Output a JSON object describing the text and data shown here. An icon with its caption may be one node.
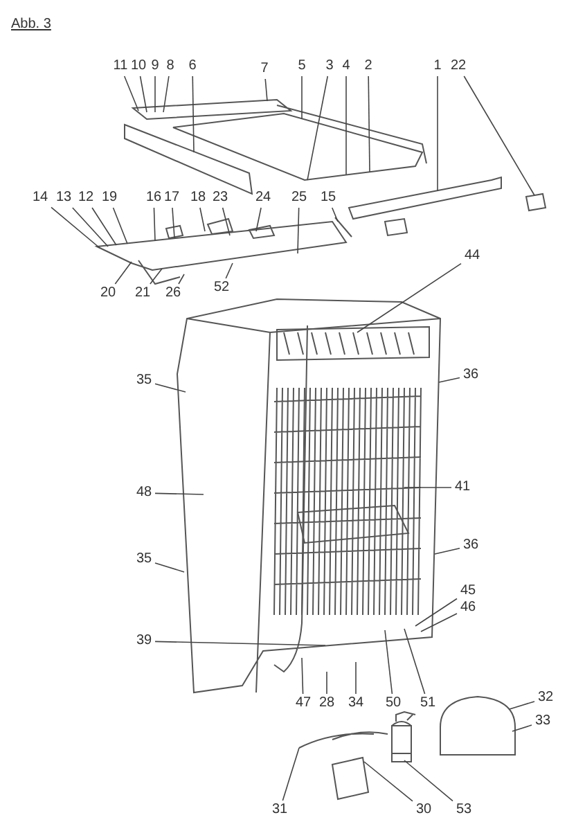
{
  "diagram": {
    "title": "Abb. 3",
    "nodes": [
      {
        "text": [
          "11"
        ]
      },
      {
        "text": [
          "10"
        ]
      },
      {
        "text": [
          "9"
        ]
      },
      {
        "text": [
          "8"
        ]
      },
      {
        "text": [
          "6"
        ]
      },
      {
        "text": [
          "7"
        ]
      },
      {
        "text": [
          "5"
        ]
      },
      {
        "text": [
          "3"
        ]
      },
      {
        "text": [
          "4"
        ]
      },
      {
        "text": [
          "2"
        ]
      },
      {
        "text": [
          "1"
        ]
      },
      {
        "text": [
          "22"
        ]
      },
      {
        "text": [
          "14"
        ]
      },
      {
        "text": [
          "13"
        ]
      },
      {
        "text": [
          "12"
        ]
      },
      {
        "text": [
          "19"
        ]
      },
      {
        "text": [
          "16"
        ]
      },
      {
        "text": [
          "17"
        ]
      },
      {
        "text": [
          "18"
        ]
      },
      {
        "text": [
          "23"
        ]
      },
      {
        "text": [
          "24"
        ]
      },
      {
        "text": [
          "25"
        ]
      },
      {
        "text": [
          "15"
        ]
      },
      {
        "text": [
          "20"
        ]
      },
      {
        "text": [
          "21"
        ]
      },
      {
        "text": [
          "26"
        ]
      },
      {
        "text": [
          "52"
        ]
      },
      {
        "text": [
          "44"
        ]
      },
      {
        "text": [
          "35"
        ]
      },
      {
        "text": [
          "36"
        ]
      },
      {
        "text": [
          "48"
        ]
      },
      {
        "text": [
          "41"
        ]
      },
      {
        "text": [
          "35"
        ]
      },
      {
        "text": [
          "36"
        ]
      },
      {
        "text": [
          "45"
        ]
      },
      {
        "text": [
          "46"
        ]
      },
      {
        "text": [
          "39"
        ]
      },
      {
        "text": [
          "47"
        ]
      },
      {
        "text": [
          "28"
        ]
      },
      {
        "text": [
          "34"
        ]
      },
      {
        "text": [
          "50"
        ]
      },
      {
        "text": [
          "51"
        ]
      },
      {
        "text": [
          "32"
        ]
      },
      {
        "text": [
          "33"
        ]
      },
      {
        "text": [
          "31"
        ]
      },
      {
        "text": [
          "30"
        ]
      },
      {
        "text": [
          "53"
        ]
      },
      {
        "text": [],
        "shape": "picture"
      },
      {
        "text": [],
        "shape": "picture"
      },
      {
        "text": [],
        "shape": "picture"
      },
      {
        "text": [],
        "shape": "picture"
      },
      {
        "text": [],
        "shape": "picture"
      },
      {
        "text": [],
        "shape": "picture"
      },
      {
        "text": [],
        "shape": "picture",
        "in": 52
      },
      {
        "text": [],
        "shape": "picture",
        "in": 52
      },
      {
        "text": [],
        "shape": "picture"
      },
      {
        "text": [],
        "shape": "picture"
      },
      {
        "text": [],
        "shape": "picture"
      },
      {
        "text": [],
        "shape": "picture"
      }
    ],
    "edges": [
      {
        "from": 0,
        "to": 47,
        "arrow": "none"
      },
      {
        "from": 1,
        "to": 47,
        "arrow": "none"
      },
      {
        "from": 2,
        "to": 47,
        "arrow": "none"
      },
      {
        "from": 3,
        "to": 47,
        "arrow": "none"
      },
      {
        "from": 4,
        "to": 47,
        "arrow": "none"
      },
      {
        "from": 5,
        "to": 47,
        "arrow": "none"
      },
      {
        "from": 6,
        "to": 47,
        "arrow": "none"
      },
      {
        "from": 7,
        "to": 47,
        "arrow": "none"
      },
      {
        "from": 8,
        "to": 47,
        "arrow": "none"
      },
      {
        "from": 9,
        "to": 47,
        "arrow": "none"
      },
      {
        "from": 10,
        "to": 48,
        "arrow": "none"
      },
      {
        "from": 11,
        "to": 49,
        "arrow": "none"
      },
      {
        "from": 12,
        "to": 50,
        "arrow": "none"
      },
      {
        "from": 13,
        "to": 50,
        "arrow": "none"
      },
      {
        "from": 14,
        "to": 50,
        "arrow": "none"
      },
      {
        "from": 15,
        "to": 50,
        "arrow": "none"
      },
      {
        "from": 16,
        "to": 50,
        "arrow": "none"
      },
      {
        "from": 17,
        "to": 50,
        "arrow": "none"
      },
      {
        "from": 18,
        "to": 50,
        "arrow": "none"
      },
      {
        "from": 19,
        "to": 50,
        "arrow": "none"
      },
      {
        "from": 20,
        "to": 50,
        "arrow": "none"
      },
      {
        "from": 21,
        "to": 50,
        "arrow": "none"
      },
      {
        "from": 22,
        "to": 51,
        "arrow": "none"
      },
      {
        "from": 23,
        "to": 50,
        "arrow": "none"
      },
      {
        "from": 24,
        "to": 50,
        "arrow": "none"
      },
      {
        "from": 25,
        "to": 50,
        "arrow": "none"
      },
      {
        "from": 26,
        "to": 50,
        "arrow": "none"
      },
      {
        "from": 27,
        "to": 53,
        "arrow": "none"
      },
      {
        "from": 28,
        "to": 52,
        "arrow": "none"
      },
      {
        "from": 29,
        "to": 52,
        "arrow": "none"
      },
      {
        "from": 30,
        "to": 52,
        "arrow": "none"
      },
      {
        "from": 31,
        "to": 54,
        "arrow": "none"
      },
      {
        "from": 32,
        "to": 52,
        "arrow": "none"
      },
      {
        "from": 33,
        "to": 52,
        "arrow": "none"
      },
      {
        "from": 34,
        "to": 52,
        "arrow": "none"
      },
      {
        "from": 35,
        "to": 52,
        "arrow": "none"
      },
      {
        "from": 36,
        "to": 52,
        "arrow": "none"
      },
      {
        "from": 37,
        "to": 52,
        "arrow": "none"
      },
      {
        "from": 38,
        "to": 52,
        "arrow": "none"
      },
      {
        "from": 39,
        "to": 52,
        "arrow": "none"
      },
      {
        "from": 40,
        "to": 52,
        "arrow": "none"
      },
      {
        "from": 41,
        "to": 52,
        "arrow": "none"
      },
      {
        "from": 42,
        "to": 55,
        "arrow": "none"
      },
      {
        "from": 43,
        "to": 55,
        "arrow": "none"
      },
      {
        "from": 44,
        "to": 56,
        "arrow": "none"
      },
      {
        "from": 45,
        "to": 57,
        "arrow": "none"
      },
      {
        "from": 46,
        "to": 58,
        "arrow": "none"
      }
    ]
  }
}
